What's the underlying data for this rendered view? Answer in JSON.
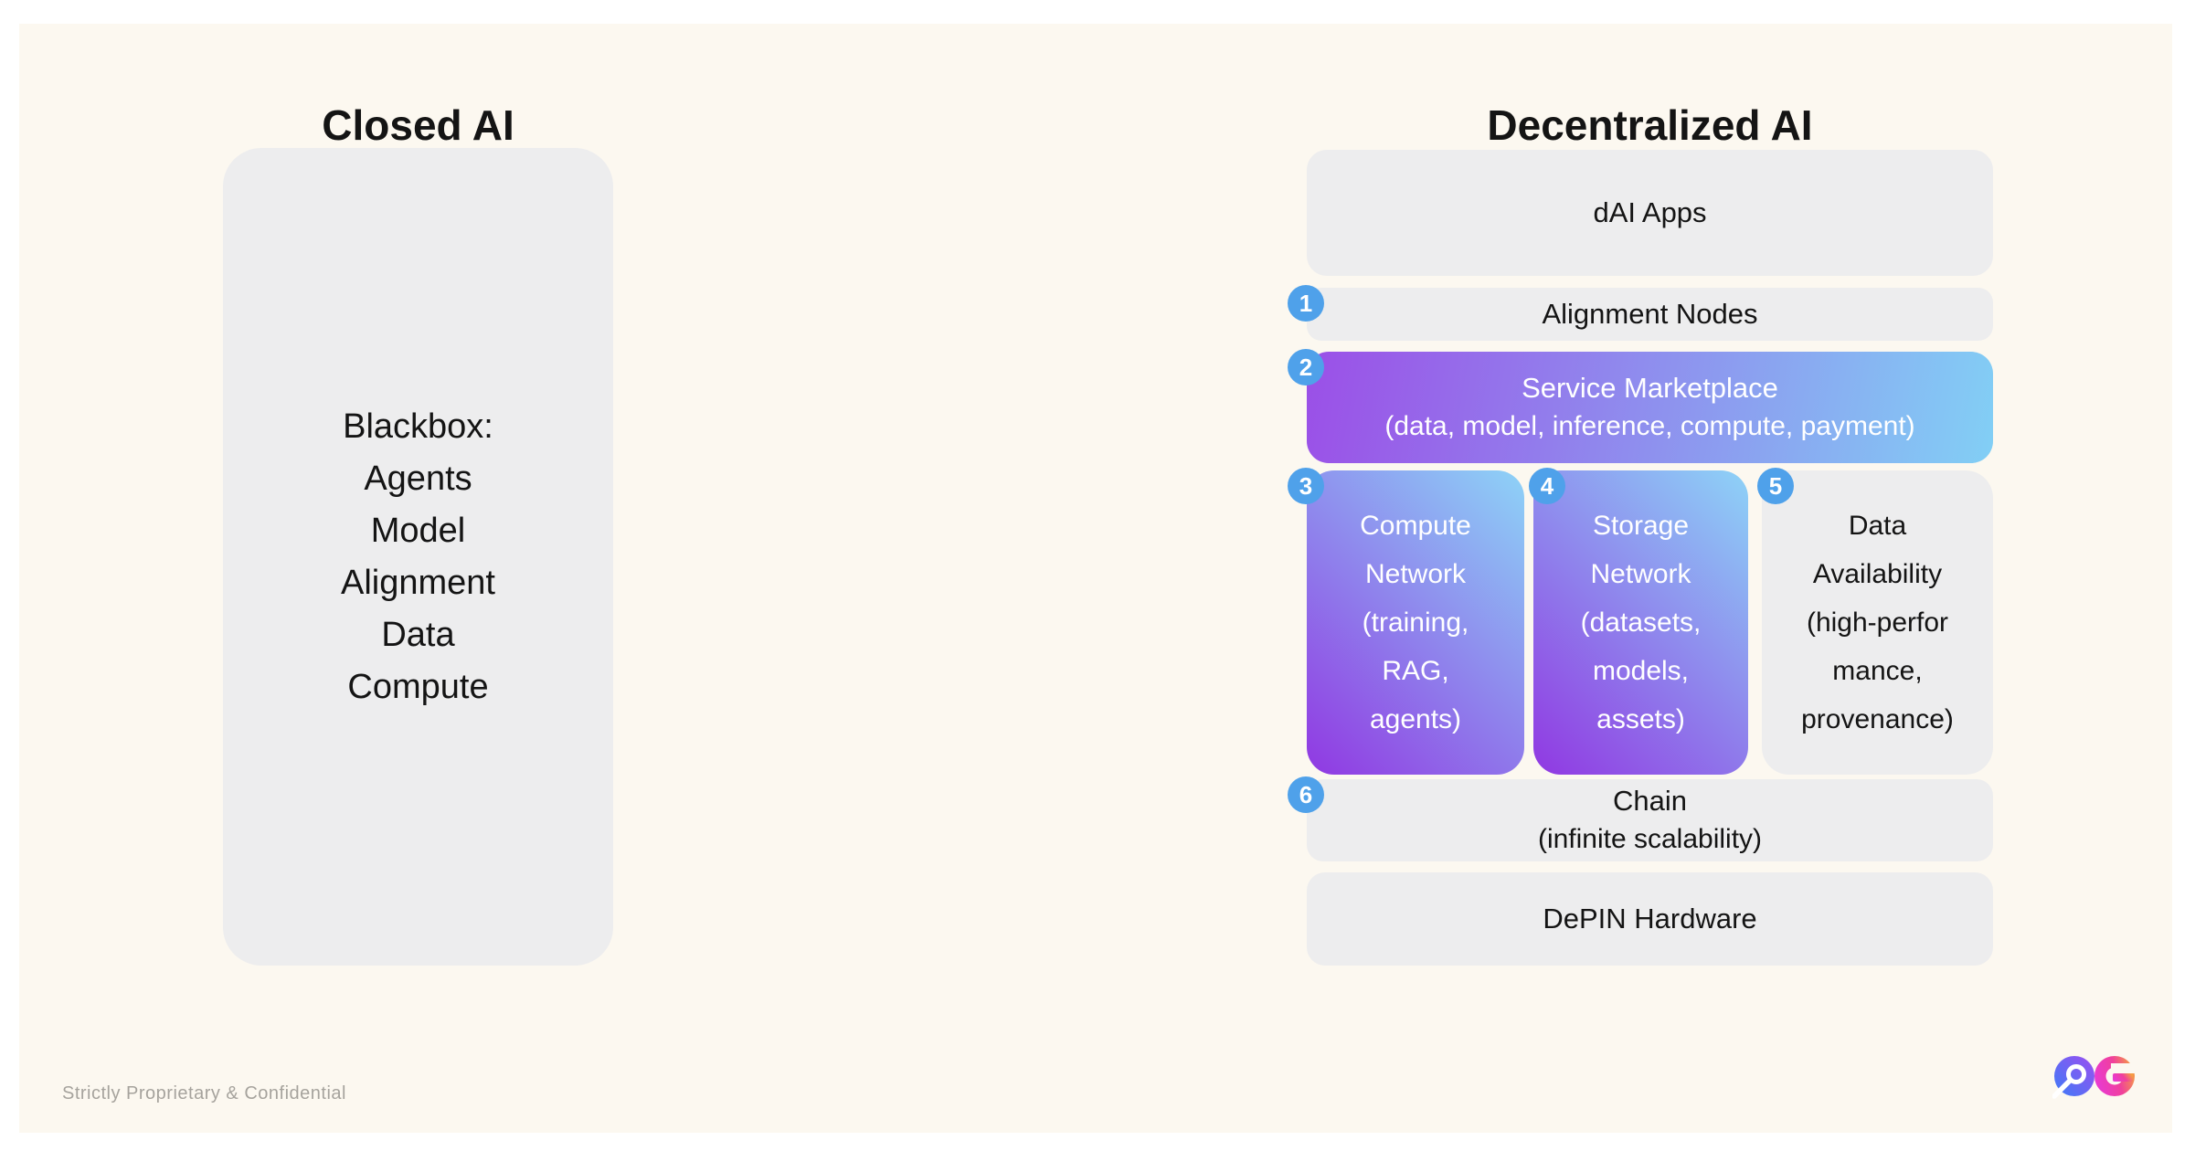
{
  "slide": {
    "left": {
      "title": "Closed AI",
      "box_text": "Blackbox:\nAgents\nModel\nAlignment\nData\nCompute"
    },
    "right": {
      "title": "Decentralized AI",
      "dai_apps": {
        "label": "dAI Apps"
      },
      "alignment": {
        "badge": "1",
        "label": "Alignment Nodes"
      },
      "marketplace": {
        "badge": "2",
        "title": "Service Marketplace",
        "subtitle": "(data, model, inference, compute, payment)"
      },
      "compute": {
        "badge": "3",
        "text": "Compute\nNetwork\n(training,\nRAG,\nagents)"
      },
      "storage": {
        "badge": "4",
        "text": "Storage\nNetwork\n(datasets,\nmodels,\nassets)"
      },
      "data_availability": {
        "badge": "5",
        "text": "Data\nAvailability\n(high-perfor\nmance,\nprovenance)"
      },
      "chain": {
        "badge": "6",
        "title": "Chain",
        "subtitle": "(infinite scalability)"
      },
      "depin": {
        "label": "DePIN Hardware"
      }
    },
    "footer": "Strictly Proprietary & Confidential",
    "logo": {
      "label": "0G"
    },
    "colors": {
      "background": "#FCF8F0",
      "box_gray": "#EDEDEE",
      "badge_blue": "#4FA1EA",
      "gradient_purple": "#9B4FE7",
      "gradient_cyan": "#82CFF5",
      "logo_zero_blue": "#3D7BF7",
      "logo_zero_purple": "#9C4FF0",
      "logo_g_magenta": "#E83AD4",
      "logo_g_orange": "#F5A33C"
    }
  }
}
